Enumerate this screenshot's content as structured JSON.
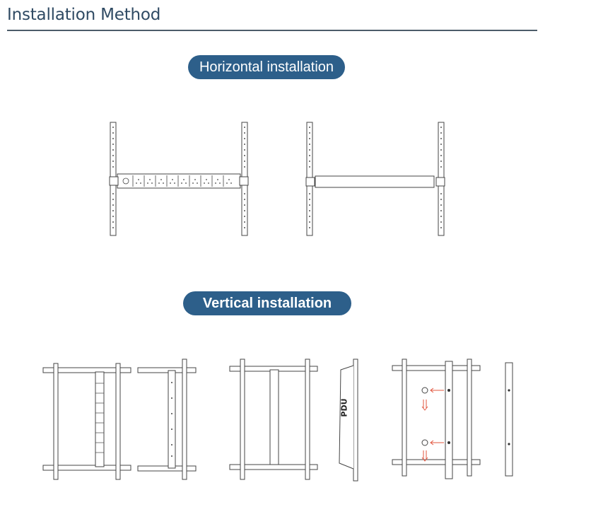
{
  "section_title": "Installation Method",
  "horizontal": {
    "label": "Horizontal installation"
  },
  "vertical": {
    "label": "Vertical installation",
    "pdu_text": "PDU"
  }
}
